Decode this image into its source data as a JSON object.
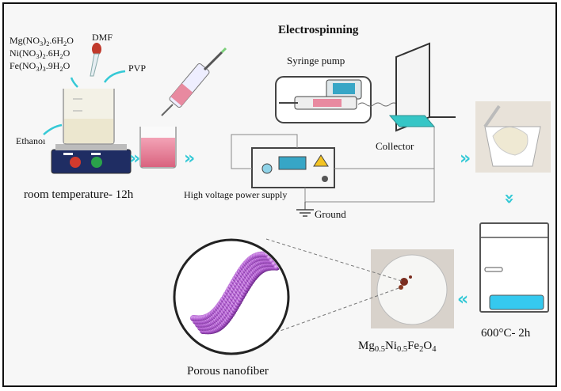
{
  "title": "Electrospinning",
  "reagents": [
    {
      "base": "Mg(NO",
      "sub1": "3",
      "mid": ")",
      "sub2": "2",
      "tail": ".6H",
      "sub3": "2",
      "end": "O"
    },
    {
      "base": "Ni(NO",
      "sub1": "3",
      "mid": ")",
      "sub2": "2",
      "tail": ".6H",
      "sub3": "2",
      "end": "O"
    },
    {
      "base": "Fe(NO",
      "sub1": "3",
      "mid": ")",
      "sub2": "3",
      "tail": ".9H",
      "sub3": "2",
      "end": "O"
    }
  ],
  "labels": {
    "dmf": "DMF",
    "pvp": "PVP",
    "ethanol": "Ethanoı",
    "room_temp": "room temperature- 12h",
    "syringe_pump": "Syringe pump",
    "collector": "Collector",
    "hv_supply": "High voltage power supply",
    "ground": "Ground",
    "calcination": "600°C- 2h",
    "porous": "Porous nanofiber"
  },
  "product": {
    "p1": "Mg",
    "s1": "0.5",
    "p2": "Ni",
    "s2": "0.5",
    "p3": "Fe",
    "s3": "2",
    "p4": "O",
    "s4": "4"
  },
  "colors": {
    "arrow": "#35c9d6",
    "solution": "#e88aa0",
    "fiber": "#b15ed0",
    "furnace_window": "#35c9ef",
    "collector": "#36c6c6"
  },
  "icons": [
    "beaker-icon",
    "pipette-icon",
    "syringe-icon",
    "hotplate-icon",
    "pump-icon",
    "power-supply-icon",
    "collector-plate-icon",
    "crucible-icon",
    "furnace-icon",
    "nanofiber-icon"
  ]
}
